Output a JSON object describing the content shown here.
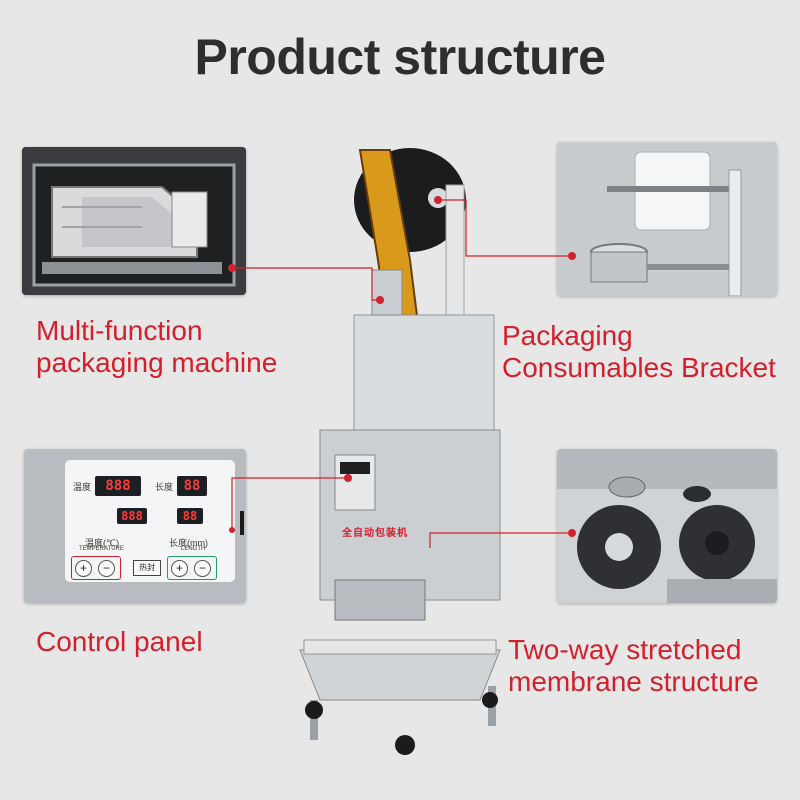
{
  "title": "Product structure",
  "callouts": {
    "multi_function": [
      "Multi-function",
      "packaging machine"
    ],
    "packaging_bracket": [
      "Packaging",
      "Consumables Bracket"
    ],
    "control_panel": [
      "Control panel"
    ],
    "membrane": [
      "Two-way stretched",
      "membrane structure"
    ]
  },
  "control_panel": {
    "left_label_top": "温度",
    "right_label_top": "长度",
    "display_1": "888",
    "display_2": "88",
    "display_3": "888",
    "display_4": "88",
    "temp_label": "温度(℃)",
    "temp_sub": "TEMPERATURE",
    "length_label": "长度(mm)",
    "length_sub": "LENGTH",
    "plus": "+",
    "minus": "−",
    "button_tag": "热封"
  },
  "machine_banner": "全自动包装机",
  "colors": {
    "accent": "#d2202c",
    "title": "#2e2e2e",
    "background": "#e7e7e7"
  }
}
